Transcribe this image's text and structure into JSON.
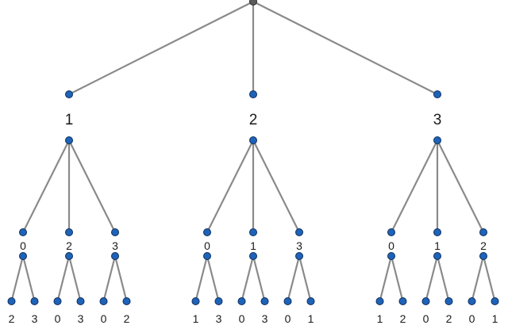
{
  "tree": {
    "branches": [
      {
        "label": "1",
        "children": [
          {
            "label": "0",
            "leaves": [
              "2",
              "3"
            ]
          },
          {
            "label": "2",
            "leaves": [
              "0",
              "3"
            ]
          },
          {
            "label": "3",
            "leaves": [
              "0",
              "2"
            ]
          }
        ]
      },
      {
        "label": "2",
        "children": [
          {
            "label": "0",
            "leaves": [
              "1",
              "3"
            ]
          },
          {
            "label": "1",
            "leaves": [
              "0",
              "3"
            ]
          },
          {
            "label": "3",
            "leaves": [
              "0",
              "1"
            ]
          }
        ]
      },
      {
        "label": "3",
        "children": [
          {
            "label": "0",
            "leaves": [
              "1",
              "2"
            ]
          },
          {
            "label": "1",
            "leaves": [
              "0",
              "2"
            ]
          },
          {
            "label": "2",
            "leaves": [
              "0",
              "1"
            ]
          }
        ]
      }
    ]
  }
}
